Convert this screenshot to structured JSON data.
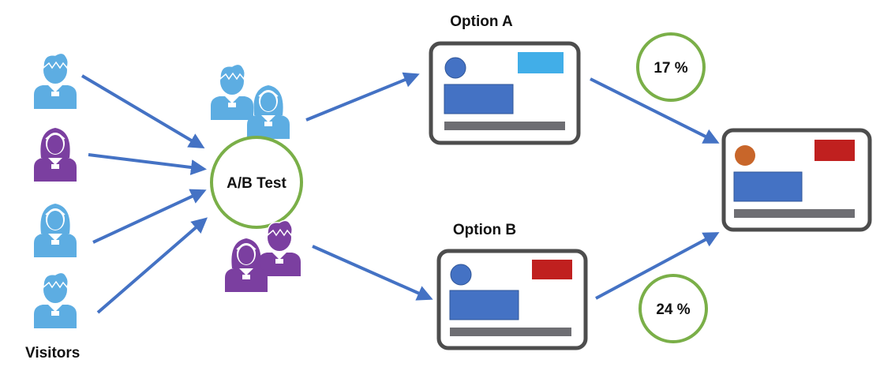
{
  "labels": {
    "visitors": "Visitors",
    "ab_test": "A/B Test",
    "option_a": "Option A",
    "option_b": "Option B",
    "rate_a": "17 %",
    "rate_b": "24 %"
  },
  "icons": {
    "visitor": "person-icon",
    "group": "person-group-icon"
  },
  "colors": {
    "arrow": "#4472C4",
    "visitor_blue": "#5DADE2",
    "visitor_purple": "#7B3FA0",
    "test_ring": "#7AAF48",
    "frame": "#4D4D4D",
    "block_blue": "#4472C4",
    "accent_light_blue": "#41AEE8",
    "accent_red": "#C0201F",
    "dot_orange": "#C8662A",
    "bar_gray": "#6E6E73"
  }
}
